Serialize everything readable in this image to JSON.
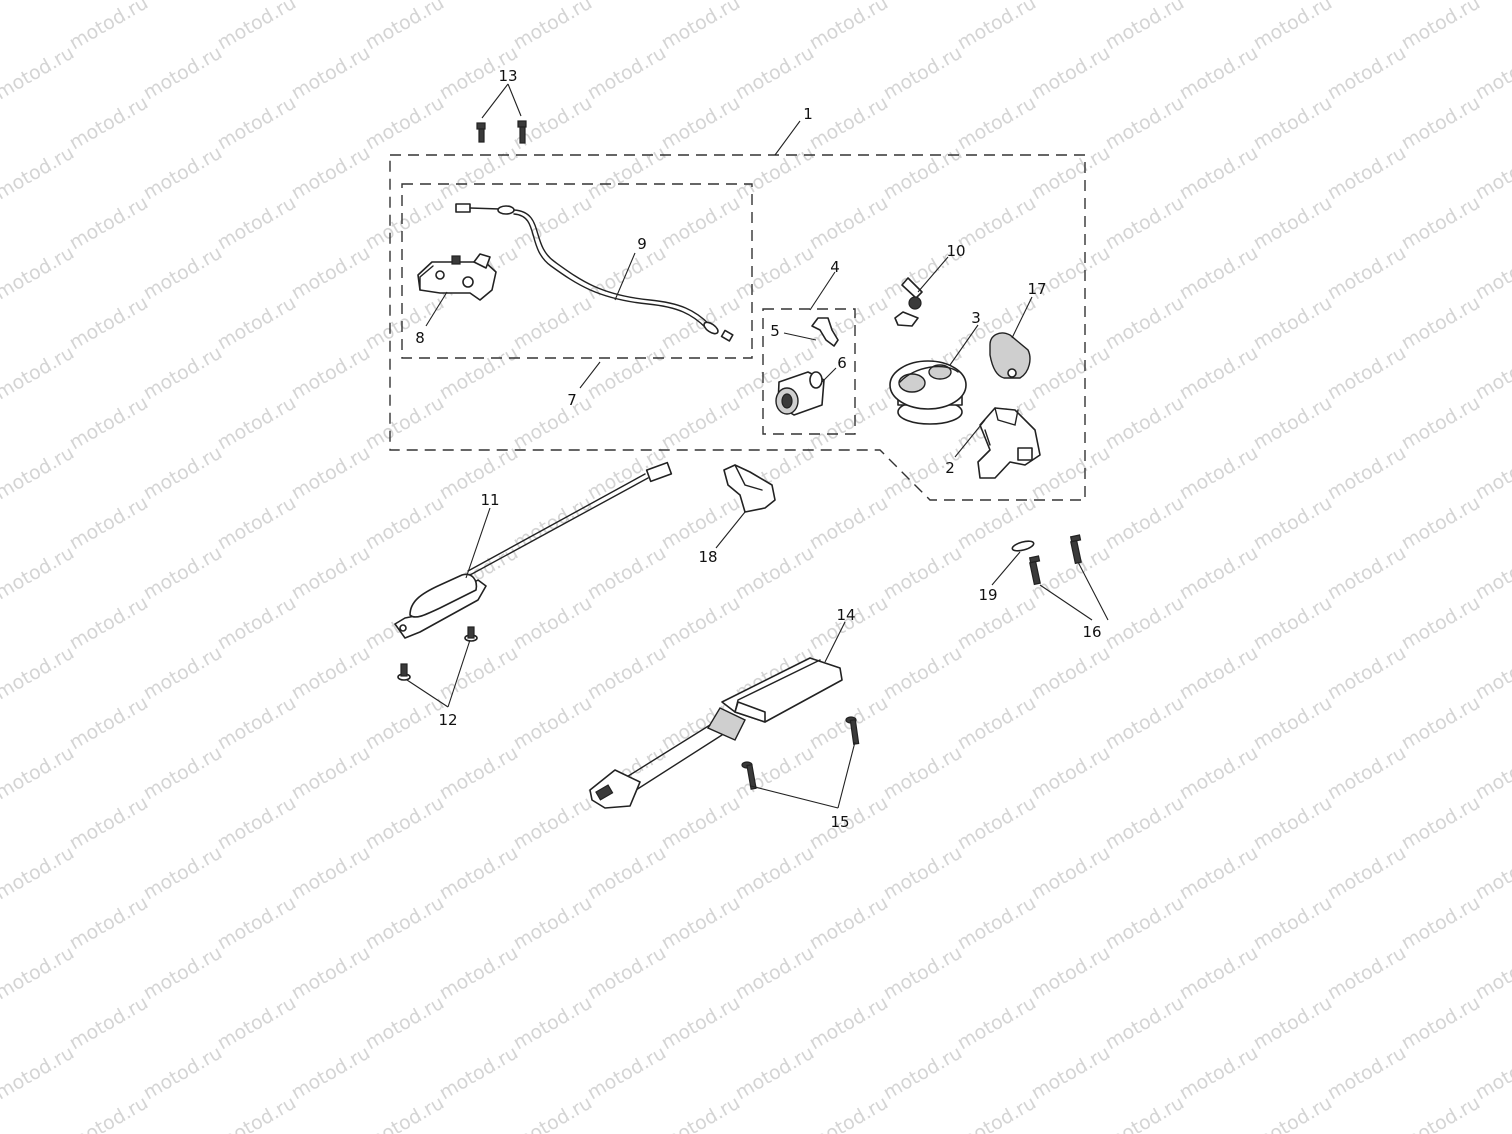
{
  "watermark": {
    "text": "motod.ru"
  },
  "callouts": [
    {
      "id": "c1",
      "label": "1"
    },
    {
      "id": "c2",
      "label": "2"
    },
    {
      "id": "c3",
      "label": "3"
    },
    {
      "id": "c4",
      "label": "4"
    },
    {
      "id": "c5",
      "label": "5"
    },
    {
      "id": "c6",
      "label": "6"
    },
    {
      "id": "c7",
      "label": "7"
    },
    {
      "id": "c8",
      "label": "8"
    },
    {
      "id": "c9",
      "label": "9"
    },
    {
      "id": "c10",
      "label": "10"
    },
    {
      "id": "c11",
      "label": "11"
    },
    {
      "id": "c12",
      "label": "12"
    },
    {
      "id": "c13",
      "label": "13"
    },
    {
      "id": "c14",
      "label": "14"
    },
    {
      "id": "c15",
      "label": "15"
    },
    {
      "id": "c16",
      "label": "16"
    },
    {
      "id": "c17",
      "label": "17"
    },
    {
      "id": "c18",
      "label": "18"
    },
    {
      "id": "c19",
      "label": "19"
    }
  ]
}
